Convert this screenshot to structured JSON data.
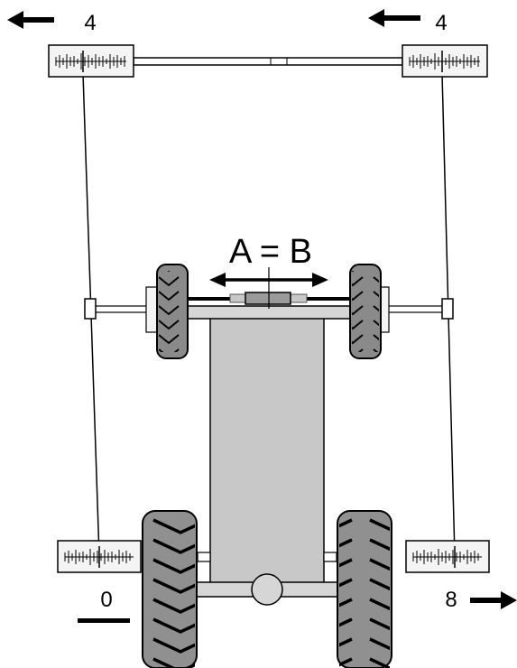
{
  "labels": {
    "top_left_reading": "4",
    "top_right_reading": "4",
    "bottom_left_reading": "0",
    "bottom_right_reading": "8",
    "equation": "A = B"
  },
  "colors": {
    "body": "#c8c8c8",
    "tire_front": "#8a8a8a",
    "tire_rear": "#909090",
    "outline": "#000000",
    "gauge_fill": "#f4f4f4",
    "stroke_gray": "#555555"
  },
  "icons": {
    "arrow_top_left": "arrow-left-icon",
    "arrow_top_right": "arrow-left-icon",
    "arrow_bottom_right": "arrow-right-icon",
    "equation_arrows": "double-arrow-icon"
  }
}
